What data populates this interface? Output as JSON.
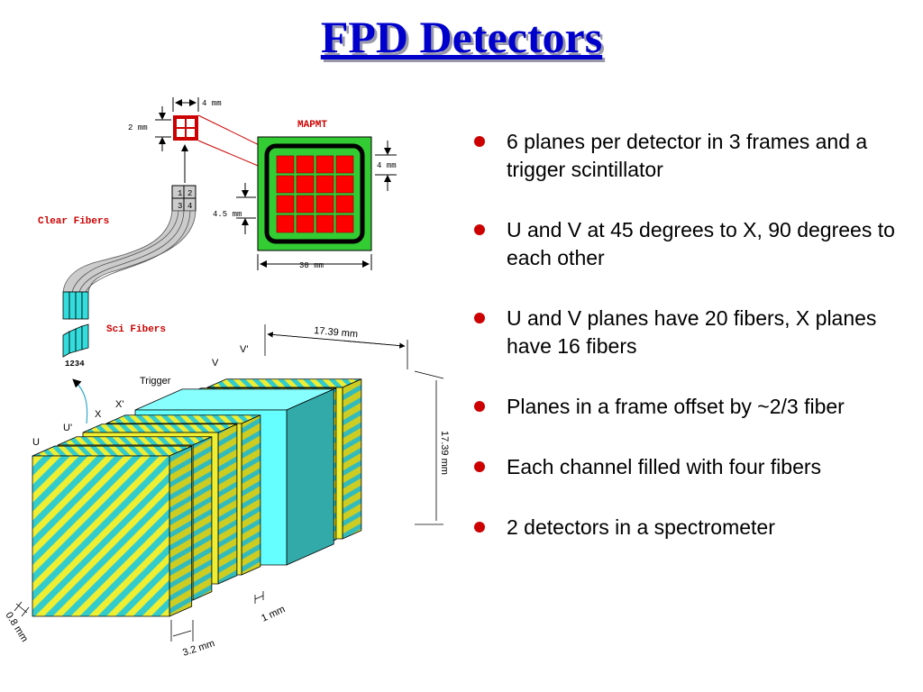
{
  "title": "FPD Detectors",
  "bullets": [
    "6 planes per detector in 3 frames and a trigger scintillator",
    "U and V at 45 degrees to X, 90 degrees to each other",
    "U and V planes have 20 fibers, X planes have 16 fibers",
    "Planes in a frame offset by ~2/3 fiber",
    "Each channel filled with four fibers",
    "2 detectors in a spectrometer"
  ],
  "colors": {
    "title": "#0000cc",
    "bullet": "#cc0000",
    "label_red": "#cc0000",
    "pmt_green": "#33cc33",
    "pixel_red": "#ff0000",
    "fiber_cyan": "#33dddd",
    "plane_yellow": "#eeee33",
    "trigger_cyan": "#66ffff"
  },
  "diagram": {
    "mapmt_label": "MAPMT",
    "clear_fibers_label": "Clear Fibers",
    "sci_fibers_label": "Sci Fibers",
    "dim_4mm_top": "4 mm",
    "dim_2mm": "2 mm",
    "dim_4mm_right": "4 mm",
    "dim_45mm": "4.5 mm",
    "dim_30mm": "30 mm",
    "connector_cells": [
      "1",
      "2",
      "3",
      "4"
    ],
    "fiber_numbers": "1234",
    "plane_labels": {
      "u": "U",
      "u_prime": "U'",
      "x": "X",
      "x_prime": "X'",
      "trigger": "Trigger",
      "v": "V",
      "v_prime": "V'"
    },
    "dim_width": "17.39 mm",
    "dim_height": "17.39 mm",
    "dim_08mm": "0.8 mm",
    "dim_32mm": "3.2 mm",
    "dim_1mm": "1 mm"
  }
}
